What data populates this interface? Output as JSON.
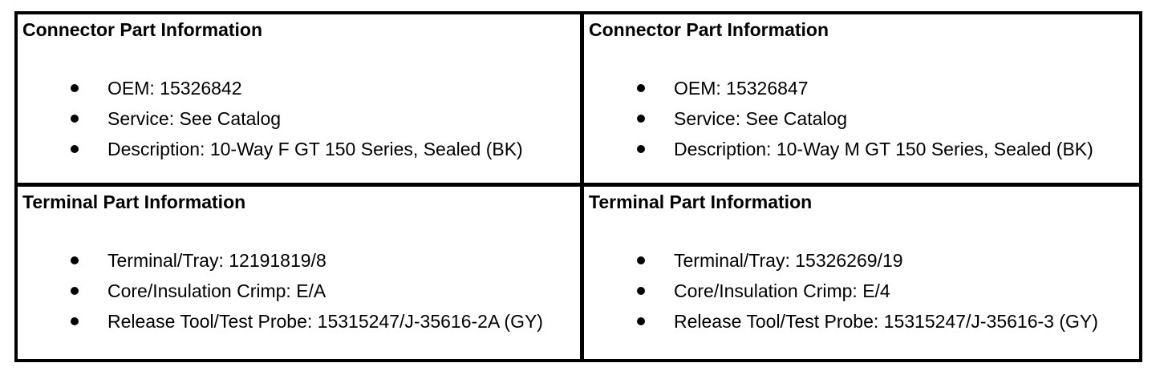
{
  "colors": {
    "border": "#000000",
    "text": "#000000",
    "background": "#ffffff"
  },
  "table": {
    "cells": [
      {
        "title": "Connector Part Information",
        "items": [
          "OEM: 15326842",
          "Service: See Catalog",
          "Description: 10-Way F GT 150 Series, Sealed (BK)"
        ]
      },
      {
        "title": "Connector Part Information",
        "items": [
          "OEM: 15326847",
          "Service: See Catalog",
          "Description: 10-Way M GT 150 Series, Sealed (BK)"
        ]
      },
      {
        "title": "Terminal Part Information",
        "items": [
          "Terminal/Tray: 12191819/8",
          "Core/Insulation Crimp: E/A",
          "Release Tool/Test Probe: 15315247/J-35616-2A (GY)"
        ]
      },
      {
        "title": "Terminal Part Information",
        "items": [
          "Terminal/Tray: 15326269/19",
          "Core/Insulation Crimp: E/4",
          "Release Tool/Test Probe: 15315247/J-35616-3 (GY)"
        ]
      }
    ]
  }
}
